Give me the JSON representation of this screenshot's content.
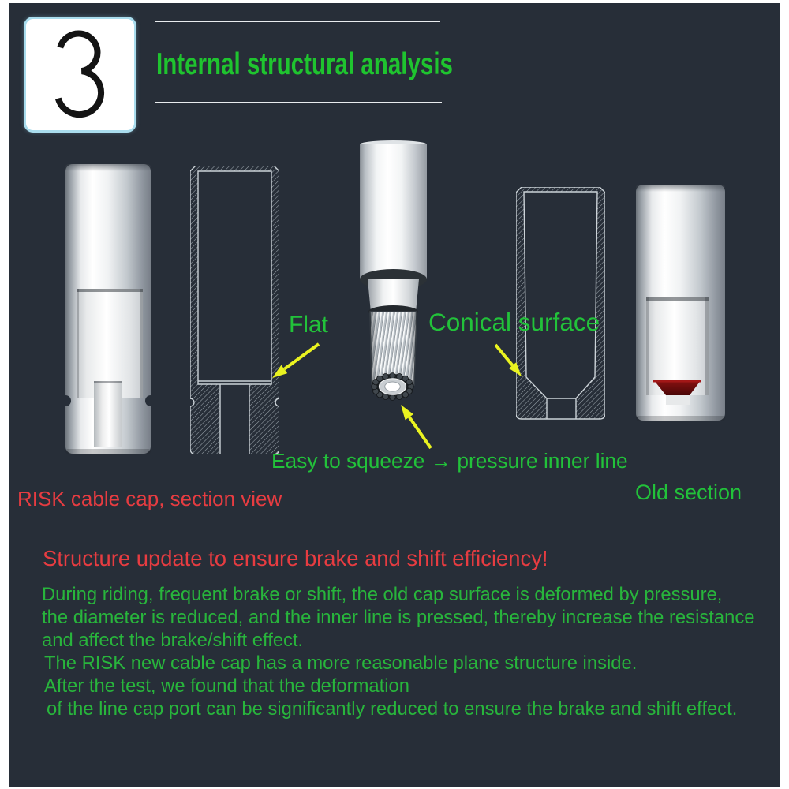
{
  "colors": {
    "panel_bg": "#272e38",
    "green_title": "#1fc42f",
    "green_label": "#22c23a",
    "green_para": "#28b53c",
    "red_text": "#e73c41",
    "yellow_arrow": "#eaf320",
    "line_white": "#e9ecee",
    "box_glow": "#a9dced",
    "red_funnel": "#5e0a0a"
  },
  "header": {
    "step_number": "3",
    "title": "Internal structural analysis"
  },
  "figures": {
    "risk_cap_render": "RISK cable cap 3D cutaway render",
    "risk_cap_section": "RISK cable cap hatched section drawing",
    "cable_end": "brake cable with housing and stranded inner wire",
    "old_cap_section": "old cable cap hatched section drawing with conical bore",
    "old_cap_render": "old cable cap 3D cutaway render with red conical surface"
  },
  "labels": {
    "flat": "Flat",
    "conical": "Conical surface",
    "squeeze": "Easy to squeeze → pressure inner line",
    "old_section": "Old section",
    "risk_caption": "RISK cable cap, section view"
  },
  "bottom": {
    "heading": "Structure update to ensure brake and shift efficiency!",
    "para1": [
      "During riding, frequent brake or shift, the old cap surface is deformed by pressure,",
      "the diameter is reduced, and the inner line is pressed, thereby increase the resistance",
      "and affect the brake/shift effect."
    ],
    "para2": [
      "The RISK new cable cap has a more reasonable plane structure inside.",
      "After the test, we found that the deformation",
      "of the line cap port can be significantly reduced to ensure the brake and shift effect."
    ]
  }
}
